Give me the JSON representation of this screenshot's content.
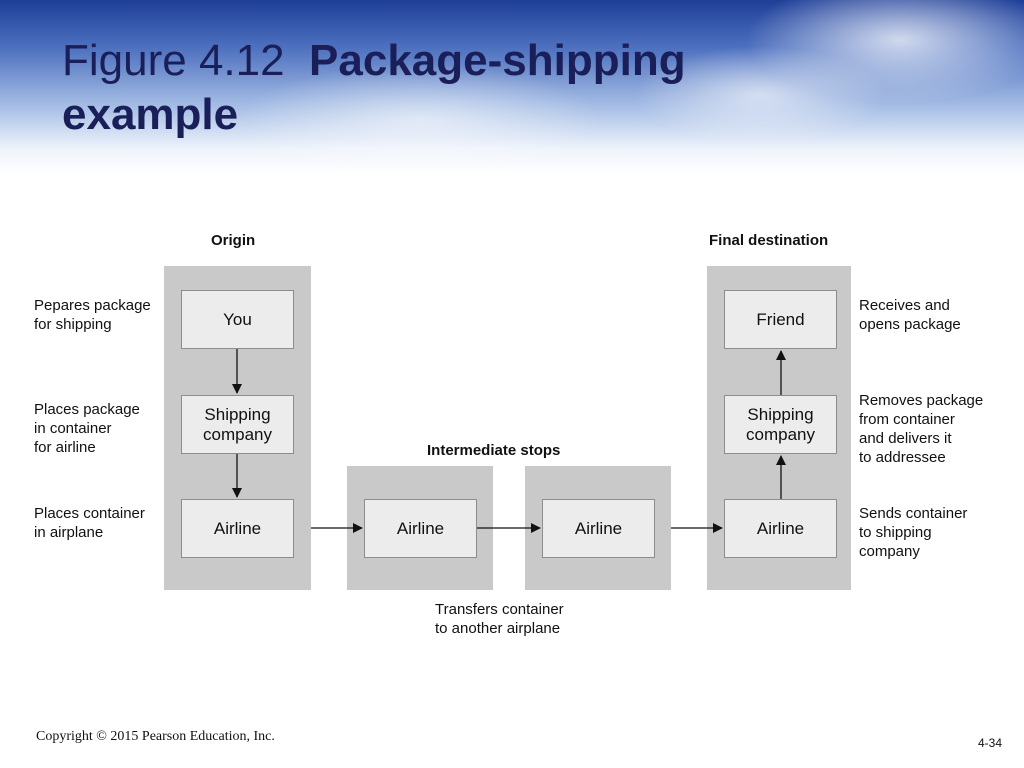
{
  "title": {
    "prefix": "Figure 4.12",
    "main_line1": "Package-shipping",
    "main_line2": "example"
  },
  "sections": {
    "origin": "Origin",
    "intermediate": "Intermediate stops",
    "final": "Final destination"
  },
  "nodes": {
    "you": "You",
    "shipping_origin": "Shipping\ncompany",
    "airline_origin": "Airline",
    "airline_inter1": "Airline",
    "airline_inter2": "Airline",
    "airline_final": "Airline",
    "shipping_final": "Shipping\ncompany",
    "friend": "Friend"
  },
  "annotations": {
    "left_1": "Pepares package\nfor shipping",
    "left_2": "Places package\nin container\nfor airline",
    "left_3": "Places container\nin airplane",
    "right_1": "Receives and\nopens package",
    "right_2": "Removes package\nfrom container\nand delivers it\nto addressee",
    "right_3": "Sends container\nto shipping\ncompany",
    "bottom": "Transfers container\nto another airplane"
  },
  "footer": {
    "copyright": "Copyright © 2015 Pearson Education, Inc.",
    "page": "4-34"
  }
}
